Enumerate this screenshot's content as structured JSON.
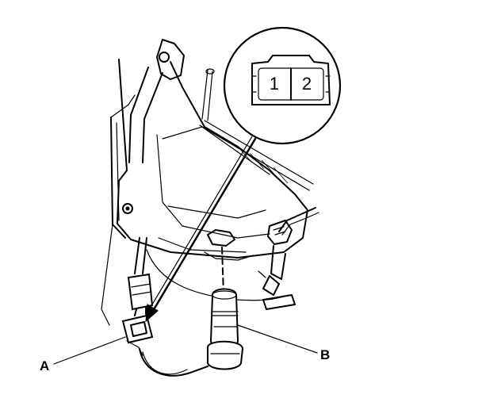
{
  "callouts": {
    "a": "A",
    "b": "B"
  },
  "connector_view": {
    "pin_1": "1",
    "pin_2": "2"
  }
}
